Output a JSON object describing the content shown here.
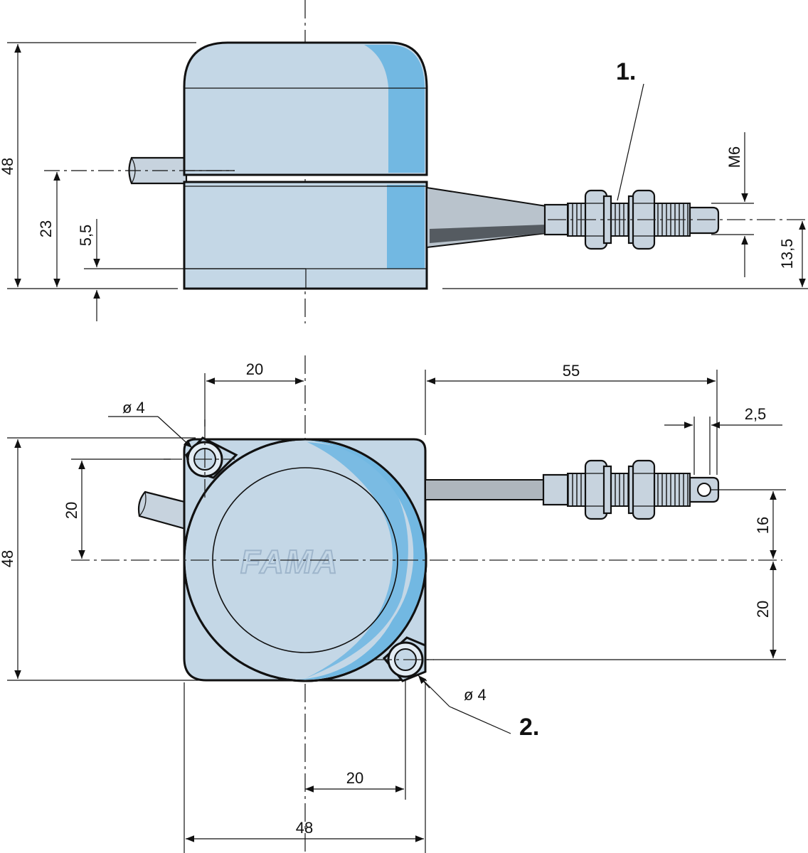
{
  "side_view": {
    "callout": "1.",
    "dim_height_total": "48",
    "dim_cable_height": "23",
    "dim_base_offset": "5,5",
    "dim_thread": "M6",
    "dim_sensor_height": "13,5"
  },
  "top_view": {
    "callout": "2.",
    "logo_text": "FAMA",
    "dim_hole_x": "20",
    "dim_hole_diameter_top": "ø 4",
    "dim_hole_y": "20",
    "dim_height_total": "48",
    "dim_sensor_length": "55",
    "dim_tip": "2,5",
    "dim_sensor_offset": "16",
    "dim_hole2_y": "20",
    "dim_hole_diameter_bottom": "ø 4",
    "dim_hole2_x": "20",
    "dim_width_total": "48"
  }
}
